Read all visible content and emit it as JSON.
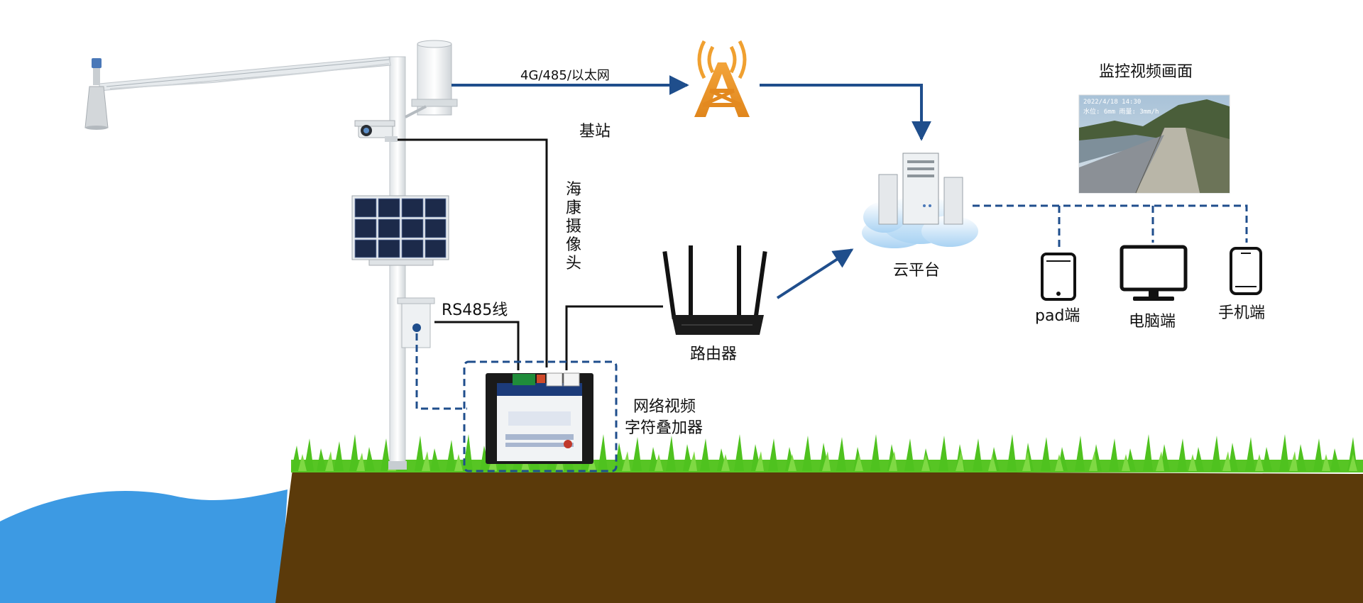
{
  "labels": {
    "link": "4G/485/以太网",
    "base_station": "基站",
    "camera": "海康摄像头",
    "rs485": "RS485线",
    "router": "路由器",
    "overlay_line1": "网络视频",
    "overlay_line2": "字符叠加器",
    "cloud": "云平台",
    "monitor_title": "监控视频画面",
    "pad": "pad端",
    "pc": "电脑端",
    "phone": "手机端"
  },
  "video_overlay": {
    "line1": "2022/4/18 14:30",
    "line2": "水位: 6mm 雨量: 3mm/h"
  },
  "colors": {
    "connector_blue": "#1f4e8c",
    "ground_brown": "#5b3a0a",
    "water_blue": "#3d9ae3",
    "grass_green": "#4fc21f"
  },
  "icons": [
    "tower-icon",
    "cloud-server-icon",
    "router-icon",
    "tablet-icon",
    "monitor-icon",
    "phone-icon",
    "camera-icon",
    "solar-panel-icon",
    "radar-sensor-icon",
    "rain-gauge-icon"
  ]
}
